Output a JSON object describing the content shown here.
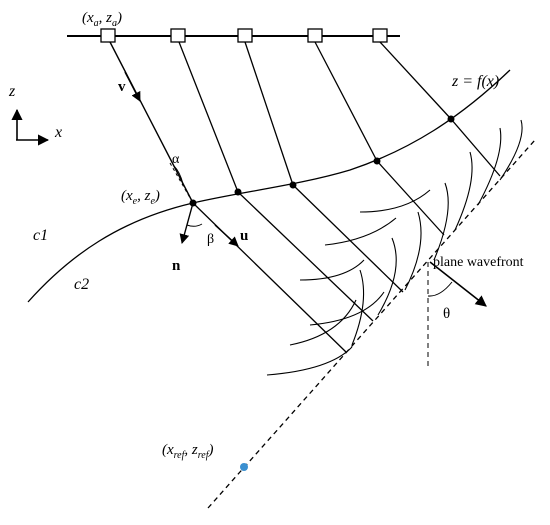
{
  "labels": {
    "source_point": "(x",
    "source_sub_a": "a",
    "source_mid": ", z",
    "source_sub_a2": "a",
    "source_close": ")",
    "entry_open": "(x",
    "entry_sub": "e",
    "entry_mid": ", z",
    "entry_sub2": "e",
    "entry_close": ")",
    "ref_open": "(x",
    "ref_sub": "ref",
    "ref_mid": ", z",
    "ref_sub2": "ref",
    "ref_close": ")",
    "interface": "z = f(x)",
    "axis_z": "z",
    "axis_x": "x",
    "vector_v": "v",
    "vector_u": "u",
    "vector_n": "n",
    "angle_alpha": "α",
    "angle_beta": "β",
    "angle_theta": "θ",
    "medium_1": "c1",
    "medium_2": "c2",
    "wavefront": "plane wavefront"
  },
  "colors": {
    "lines": "#000000",
    "reference_point": "#3a8fd0"
  }
}
